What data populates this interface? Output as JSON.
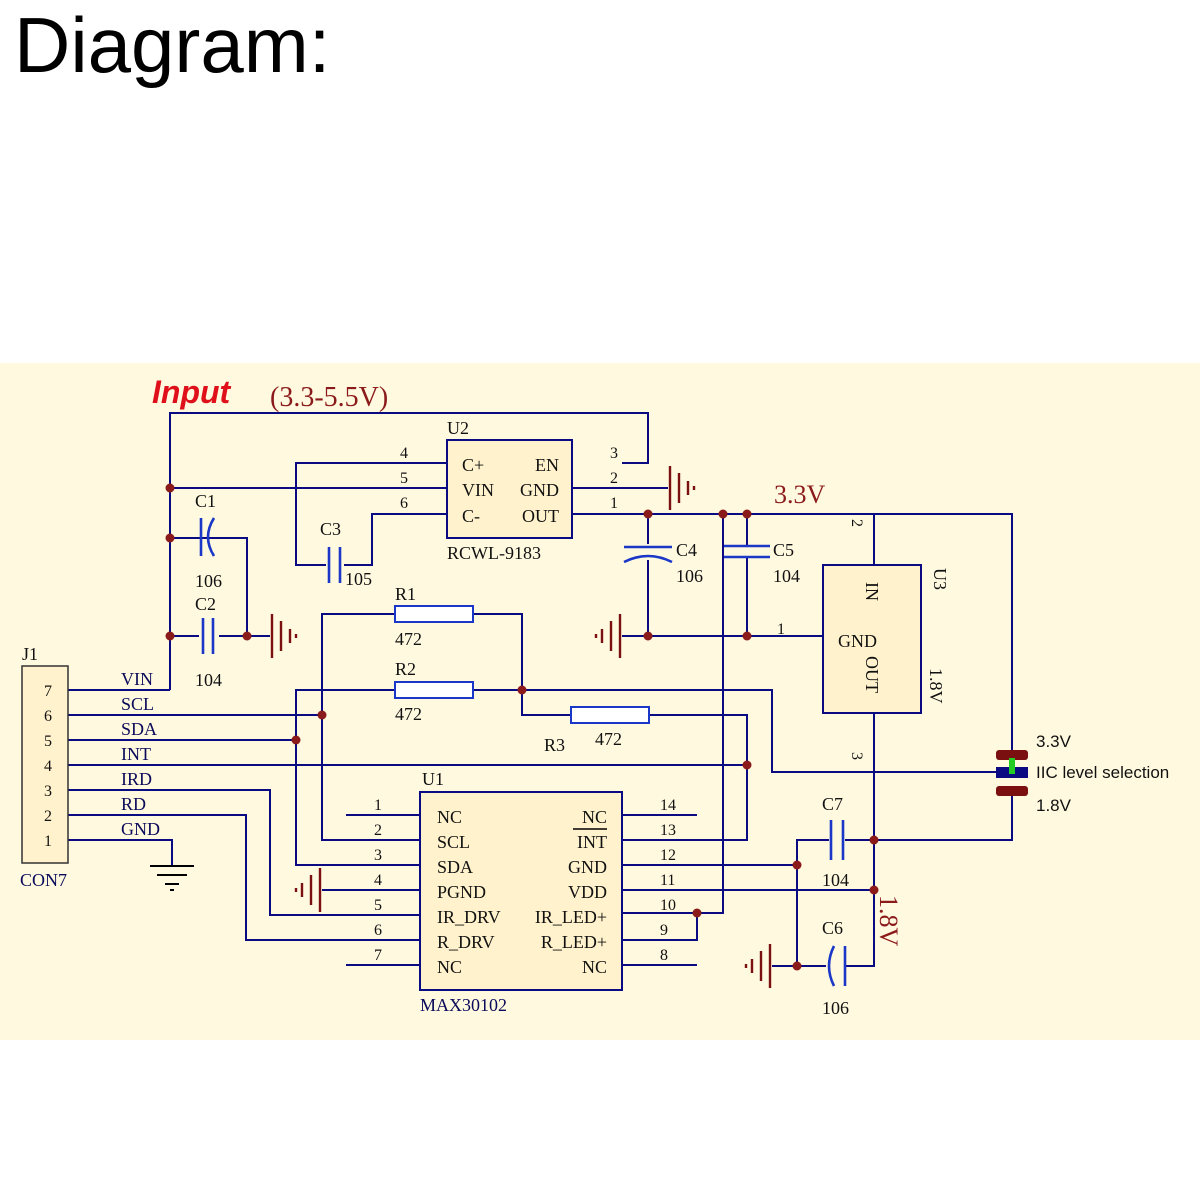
{
  "heading": "Diagram:",
  "input": {
    "label": "Input",
    "range": "(3.3-5.5V)"
  },
  "rails": {
    "v33": "3.3V",
    "v18": "1.8V"
  },
  "u2": {
    "ref": "U2",
    "part": "RCWL-9183",
    "left_pins": [
      {
        "num": "4",
        "name": "C+"
      },
      {
        "num": "5",
        "name": "VIN"
      },
      {
        "num": "6",
        "name": "C-"
      }
    ],
    "right_pins": [
      {
        "num": "3",
        "name": "EN"
      },
      {
        "num": "2",
        "name": "GND"
      },
      {
        "num": "1",
        "name": "OUT"
      }
    ]
  },
  "u3": {
    "ref": "U3",
    "in": "IN",
    "gnd": "GND",
    "out": "OUT",
    "voltage": "1.8V",
    "pin_in": "2",
    "pin_gnd": "1",
    "pin_out": "3"
  },
  "u1": {
    "ref": "U1",
    "part": "MAX30102",
    "left_pins": [
      {
        "num": "1",
        "name": "NC"
      },
      {
        "num": "2",
        "name": "SCL"
      },
      {
        "num": "3",
        "name": "SDA"
      },
      {
        "num": "4",
        "name": "PGND"
      },
      {
        "num": "5",
        "name": "IR_DRV"
      },
      {
        "num": "6",
        "name": "R_DRV"
      },
      {
        "num": "7",
        "name": "NC"
      }
    ],
    "right_pins": [
      {
        "num": "14",
        "name": "NC"
      },
      {
        "num": "13",
        "name": "INT"
      },
      {
        "num": "12",
        "name": "GND"
      },
      {
        "num": "11",
        "name": "VDD"
      },
      {
        "num": "10",
        "name": "IR_LED+"
      },
      {
        "num": "9",
        "name": "R_LED+"
      },
      {
        "num": "8",
        "name": "NC"
      }
    ]
  },
  "j1": {
    "ref": "J1",
    "part": "CON7",
    "pins": [
      {
        "num": "7",
        "name": "VIN"
      },
      {
        "num": "6",
        "name": "SCL"
      },
      {
        "num": "5",
        "name": "SDA"
      },
      {
        "num": "4",
        "name": "INT"
      },
      {
        "num": "3",
        "name": "IRD"
      },
      {
        "num": "2",
        "name": "RD"
      },
      {
        "num": "1",
        "name": "GND"
      }
    ]
  },
  "caps": {
    "c1": {
      "ref": "C1",
      "value": "106"
    },
    "c2": {
      "ref": "C2",
      "value": "104"
    },
    "c3": {
      "ref": "C3",
      "value": "105"
    },
    "c4": {
      "ref": "C4",
      "value": "106"
    },
    "c5": {
      "ref": "C5",
      "value": "104"
    },
    "c6": {
      "ref": "C6",
      "value": "106"
    },
    "c7": {
      "ref": "C7",
      "value": "104"
    }
  },
  "resistors": {
    "r1": {
      "ref": "R1",
      "value": "472"
    },
    "r2": {
      "ref": "R2",
      "value": "472"
    },
    "r3": {
      "ref": "R3",
      "value": "472"
    }
  },
  "iic_selector": {
    "top": "3.3V",
    "label": "IIC level selection",
    "bottom": "1.8V"
  }
}
